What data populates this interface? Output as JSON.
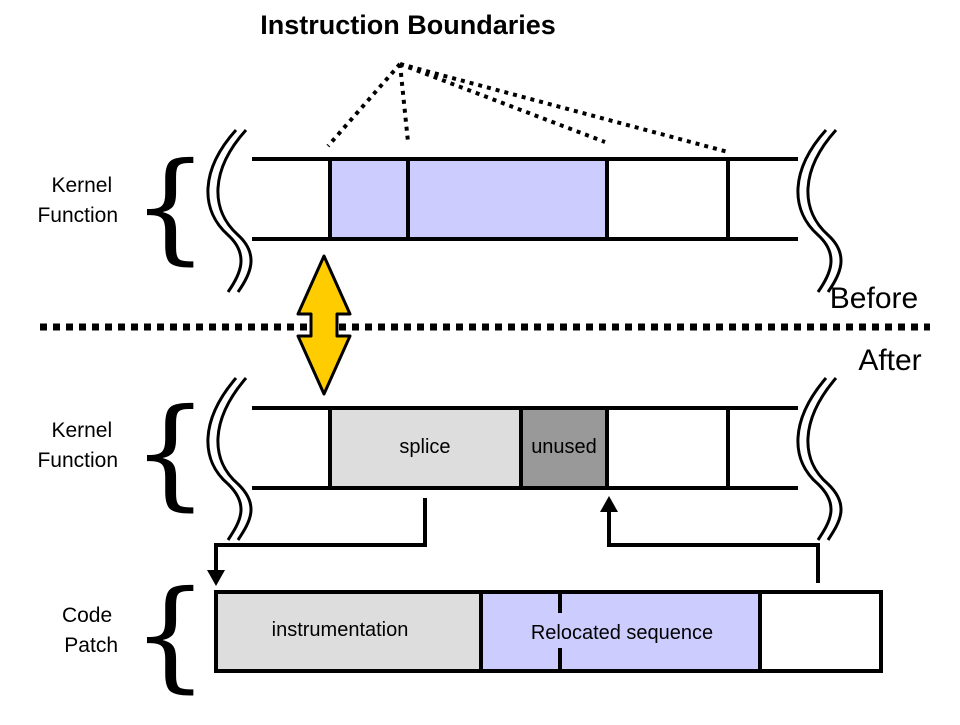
{
  "title": "Instruction Boundaries",
  "labels": {
    "kernel_function_top": [
      "Kernel",
      "Function"
    ],
    "kernel_function_bottom": [
      "Kernel",
      "Function"
    ],
    "code_patch": [
      "Code",
      "Patch"
    ]
  },
  "phases": {
    "before": "Before",
    "after": "After"
  },
  "segments": {
    "splice": "splice",
    "unused": "unused",
    "instrumentation": "instrumentation",
    "relocated": "Relocated sequence"
  },
  "colors": {
    "highlight": "#ccccff",
    "splice": "#dddddd",
    "unused": "#999999",
    "instrumentation": "#dddddd",
    "relocated": "#ccccff",
    "arrow_fill": "#ffcc00",
    "line": "#000000"
  }
}
